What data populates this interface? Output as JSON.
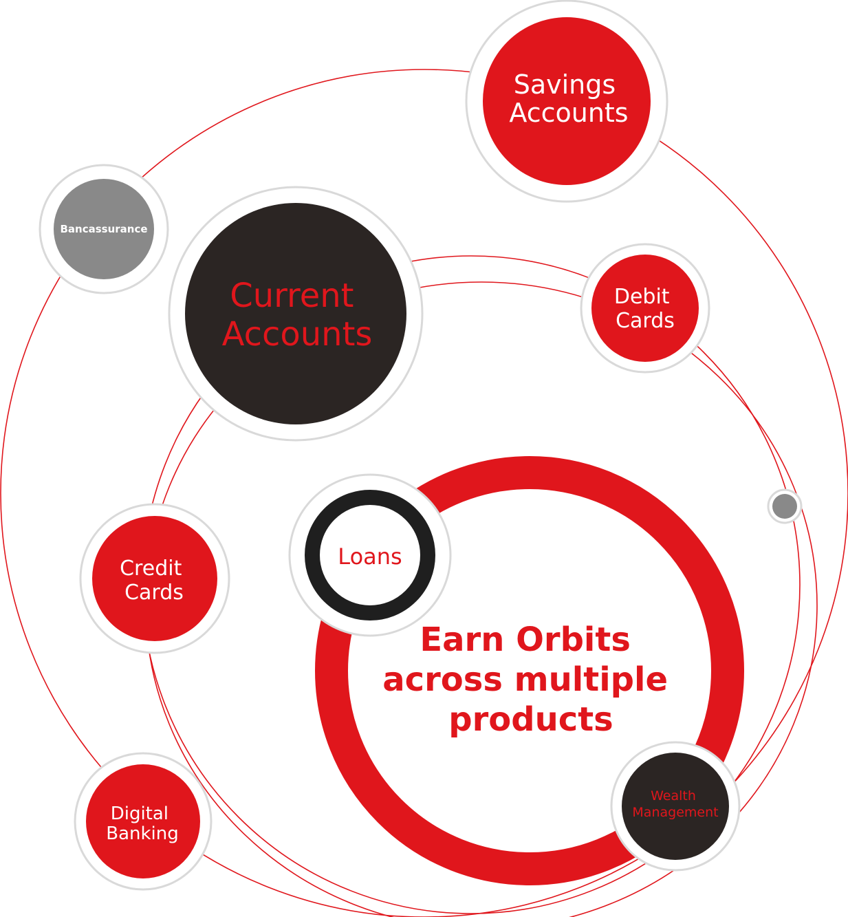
{
  "colors": {
    "red": "#e0161c",
    "dark": "#2b2523",
    "grey": "#898989",
    "halo": "#d9d9d9",
    "ring_dark": "#1f1f1f"
  },
  "center": {
    "lines": [
      "Earn Orbits",
      "across multiple",
      "products"
    ]
  },
  "nodes": {
    "savings": {
      "lines": [
        "Savings",
        "Accounts"
      ]
    },
    "current": {
      "lines": [
        "Current",
        "Accounts"
      ]
    },
    "debit": {
      "lines": [
        "Debit",
        "Cards"
      ]
    },
    "bancassurance": {
      "lines": [
        "Bancassurance"
      ]
    },
    "loans": {
      "lines": [
        "Loans"
      ]
    },
    "credit": {
      "lines": [
        "Credit",
        "Cards"
      ]
    },
    "digital": {
      "lines": [
        "Digital",
        "Banking"
      ]
    },
    "wealth": {
      "lines": [
        "Wealth",
        "Management"
      ]
    }
  }
}
